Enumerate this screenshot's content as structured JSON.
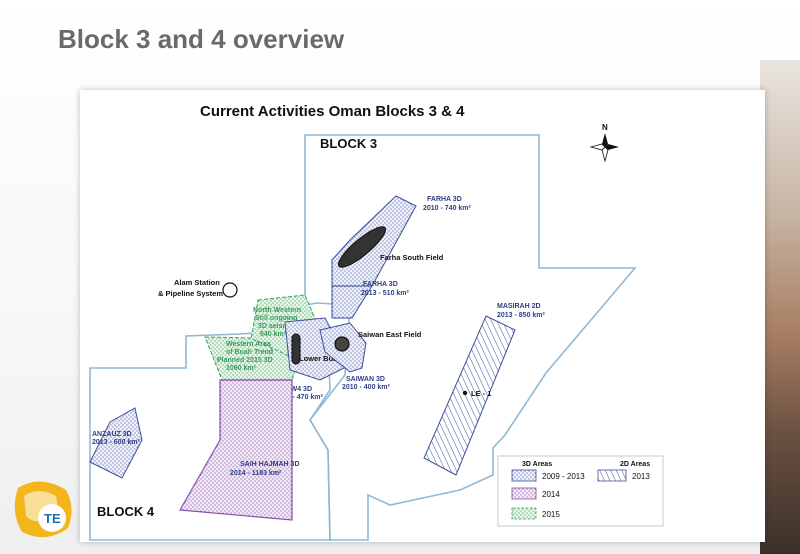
{
  "page": {
    "title": "Block 3 and 4 overview"
  },
  "map": {
    "title": "Current Activities Oman Blocks 3 & 4",
    "block3_label": "BLOCK 3",
    "block4_label": "BLOCK 4",
    "north_label": "N",
    "surveys": {
      "farha_north": {
        "name": "FARHA 3D",
        "detail": "2010 - 740 km²"
      },
      "farha_south": {
        "name": "FARHA 3D",
        "detail": "2013 - 510 km²"
      },
      "masirah": {
        "name": "MASIRAH 2D",
        "detail": "2013 - 850 km²"
      },
      "saiwan": {
        "name": "SAIWAN 3D",
        "detail": "2010 - 400 km²"
      },
      "b4ew4": {
        "name": "B4EW4 3D",
        "detail": "2013 - 470 km²"
      },
      "anzauz": {
        "name": "ANZAUZ 3D",
        "detail": "2013 - 600 km²"
      },
      "saih_hajmah": {
        "name": "SAIH HAJMAH 3D",
        "detail": "2014 - 1183 km²"
      },
      "north_western": {
        "line1": "North Western",
        "line2": "Still ongoing",
        "line3": "3D seismic",
        "line4": "640 km²"
      },
      "western_area": {
        "line1": "Western Area",
        "line2": "of Buah Trend",
        "line3": "Planned 2015 3D",
        "line4": "1060 km²"
      }
    },
    "features": {
      "farha_south_field": "Farha South Field",
      "saiwan_east_field": "Saiwan East Field",
      "lower_buah_area": "Lower Buah Area",
      "alam_station_line1": "Alam Station",
      "alam_station_line2": "& Pipeline System",
      "well": "LE - 1"
    },
    "legend": {
      "heading_3d": "3D Areas",
      "heading_2d": "2D Areas",
      "items": [
        "2009 - 2013",
        "2014",
        "2015"
      ],
      "item_2d": "2013"
    },
    "colors": {
      "block_outline": "#8fb8d6",
      "survey_2009_2013": "#3e4f9a",
      "survey_2014": "#8a4fa8",
      "survey_2015": "#3aa05a"
    }
  },
  "logo": {
    "text": "TE"
  }
}
